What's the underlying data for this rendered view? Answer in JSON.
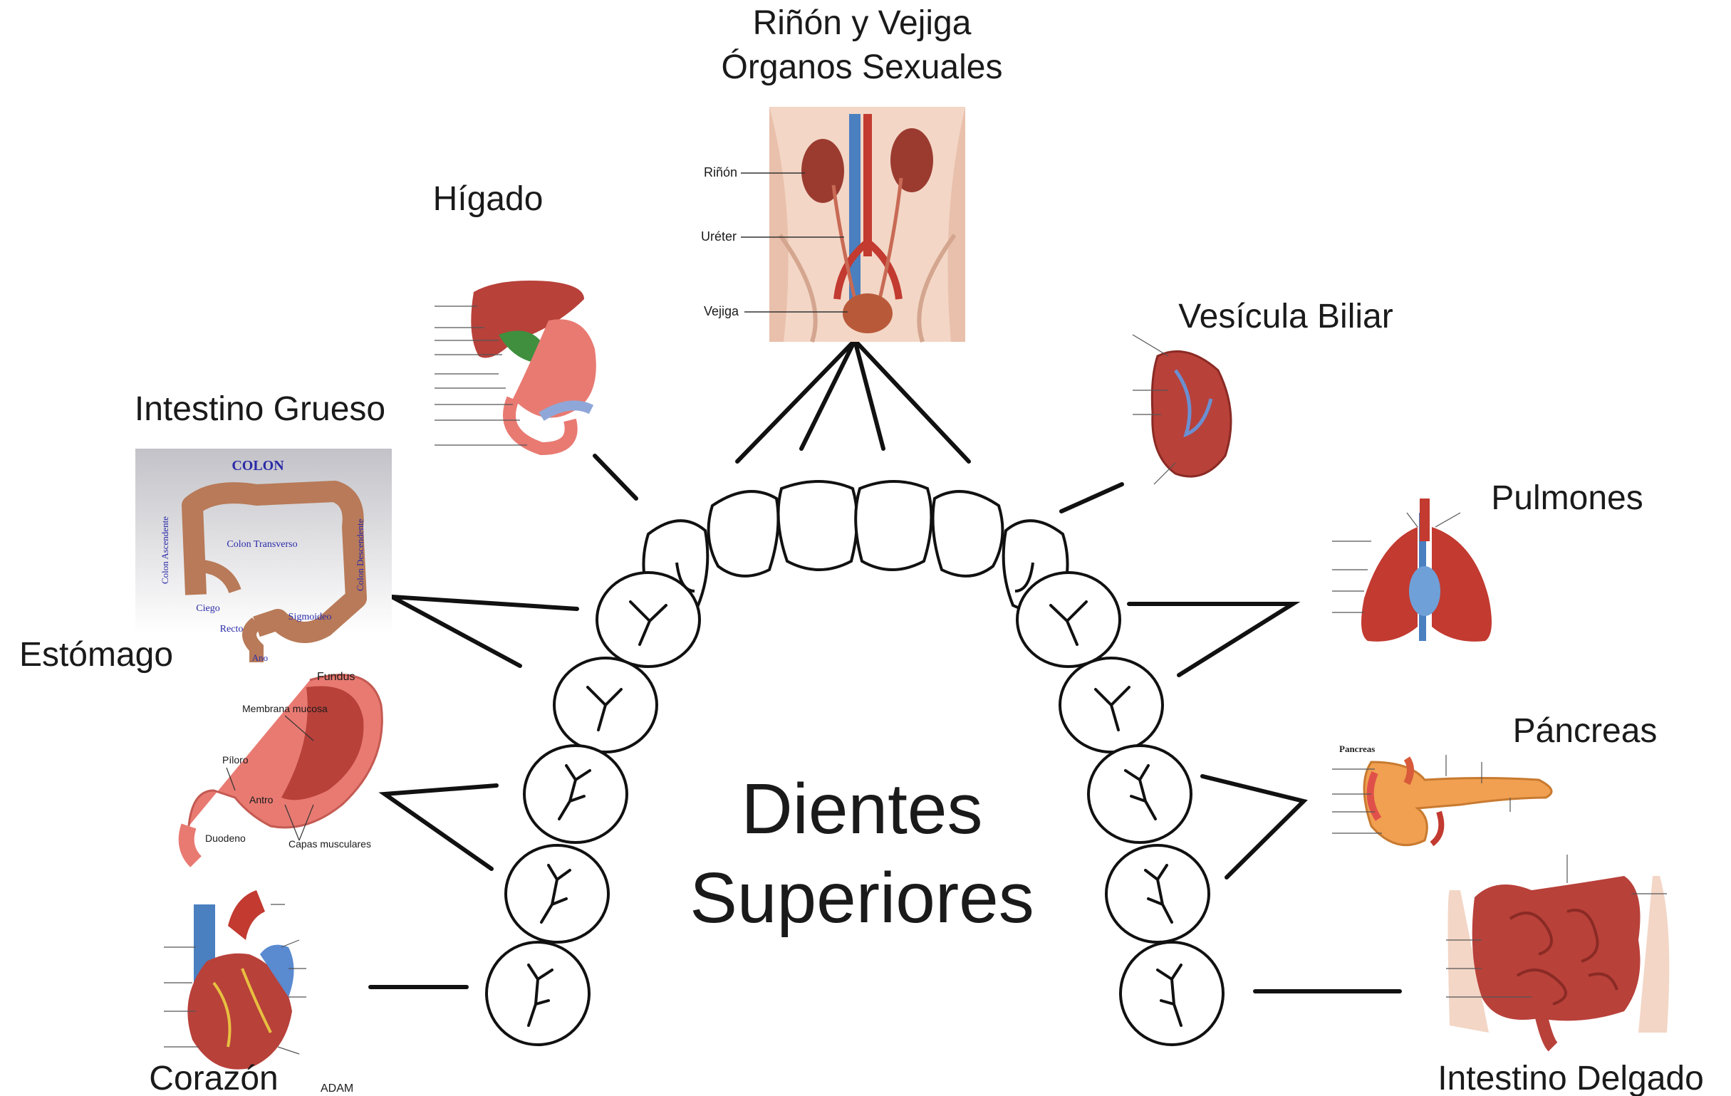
{
  "title": {
    "line1": "Dientes",
    "line2": "Superiores"
  },
  "organs": {
    "rinon_vejiga": {
      "line1": "Riñón y Vejiga",
      "line2": "Órganos Sexuales",
      "parts": {
        "rinon": "Riñón",
        "ureter": "Uréter",
        "vejiga": "Vejiga"
      }
    },
    "higado": {
      "label": "Hígado"
    },
    "vesicula": {
      "label": "Vesícula Biliar"
    },
    "intestino_grueso": {
      "label": "Intestino Grueso",
      "parts": {
        "colon": "COLON",
        "transverso": "Colon Transverso",
        "ciego": "Ciego",
        "recto": "Recto",
        "sigmoideo": "Sigmoideo",
        "ano": "Ano",
        "ascendente": "Colon Ascendente",
        "descendente": "Colon Descendente"
      }
    },
    "pulmones": {
      "label": "Pulmones"
    },
    "estomago": {
      "label": "Estómago",
      "parts": {
        "fundus": "Fundus",
        "membrana": "Membrana mucosa",
        "piloro": "Píloro",
        "antro": "Antro",
        "duodeno": "Duodeno",
        "capas": "Capas musculares"
      }
    },
    "pancreas": {
      "label": "Páncreas",
      "parts": {
        "title": "Pancreas"
      }
    },
    "corazon": {
      "label": "Corazón",
      "credit": "ADAM"
    },
    "intestino_delgado": {
      "label": "Intestino Delgado"
    }
  },
  "colors": {
    "organ_red": "#b8413a",
    "organ_pink": "#e87a72",
    "vein_blue": "#4a7fc0",
    "bg_gray": "#c9c9cf",
    "colon_text": "#2a2aa8",
    "gall_green": "#3f8f3f"
  }
}
